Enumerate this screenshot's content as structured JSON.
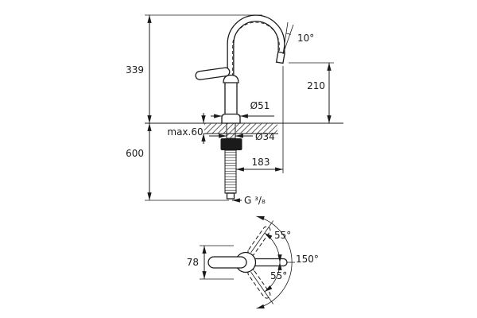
{
  "page": {
    "background": "#ffffff",
    "line_color": "#1a1a1a"
  },
  "side_view": {
    "dim_total_height": "339",
    "dim_below_counter": "600",
    "dim_spout_height": "210",
    "dim_counter_thickness": "max.60",
    "dim_base_diameter": "Ø51",
    "dim_shank_diameter": "Ø34",
    "dim_projection": "183",
    "dim_hose_thread": "G ³/₈",
    "dim_outlet_angle": "10°"
  },
  "top_view": {
    "dim_body_width": "78",
    "dim_swivel_upper": "55°",
    "dim_swivel_lower": "55°",
    "dim_swivel_total": "150°"
  }
}
